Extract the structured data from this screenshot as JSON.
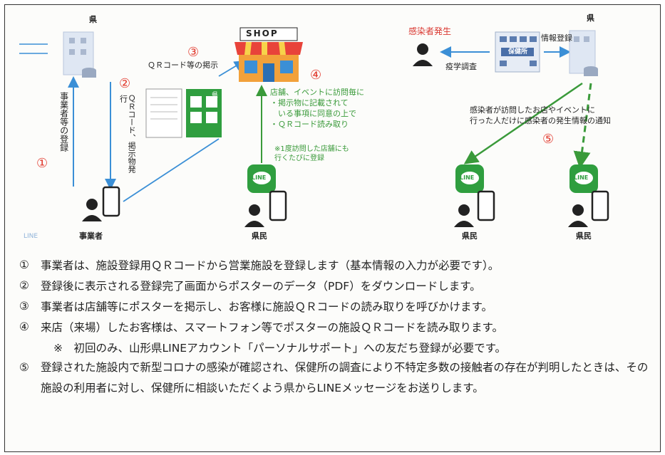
{
  "diagram": {
    "labels": {
      "prefecture_left": "県",
      "prefecture_right": "県",
      "business_operator": "事業者",
      "citizen_center": "県民",
      "citizen_right1": "県民",
      "citizen_right2": "県民",
      "shop_sign": "SHOP",
      "health_center": "保健所",
      "watermark": "LINE"
    },
    "arrows_text": {
      "register_vertical": "事業者等の登録",
      "qr_issue_vertical": "ＱＲコード、掲示物発行",
      "qr_post": "ＱＲコード等の掲示",
      "infection_occurs": "感染者発生",
      "info_registration": "情報登録",
      "epidemiological_survey": "疫学調査"
    },
    "step4": {
      "heading": "店舗、イベントに訪問毎に",
      "bullets": [
        "・掲示物に記載されて",
        "　いる事項に同意の上で",
        "・ＱＲコード読み取り"
      ],
      "note_lines": [
        "※1度訪問した店舗にも",
        "行くたびに登録"
      ]
    },
    "step5": {
      "lines": [
        "感染者が訪問したお店やイベントに",
        "行った人だけに感染者の発生情報の通知"
      ]
    },
    "step_numbers": [
      "①",
      "②",
      "③",
      "④",
      "⑤"
    ],
    "line_badge": "LINE",
    "poster_badge": "県"
  },
  "steps": [
    {
      "num": "①",
      "text": "事業者は、施設登録用ＱＲコードから営業施設を登録します（基本情報の入力が必要です）。"
    },
    {
      "num": "②",
      "text": "登録後に表示される登録完了画面からポスターのデータ（PDF）をダウンロードします。"
    },
    {
      "num": "③",
      "text": "事業者は店舗等にポスターを掲示し、お客様に施設ＱＲコードの読み取りを呼びかけます。"
    },
    {
      "num": "④",
      "text": "来店（来場）したお客様は、スマートフォン等でポスターの施設ＱＲコードを読み取ります。"
    }
  ],
  "step4_note": "※　初回のみ、山形県LINEアカウント「パーソナルサポート」への友だち登録が必要です。",
  "step5": {
    "num": "⑤",
    "text": "登録された施設内で新型コロナの感染が確認され、保健所の調査により不特定多数の接触者の存在が判明したときは、その施設の利用者に対し、保健所に相談いただくよう県からLINEメッセージをお送りします。"
  },
  "colors": {
    "green": "#3a9a3a",
    "red": "#e23a2e",
    "blue": "#3b8fd6",
    "line_green": "#2f9e3f"
  }
}
